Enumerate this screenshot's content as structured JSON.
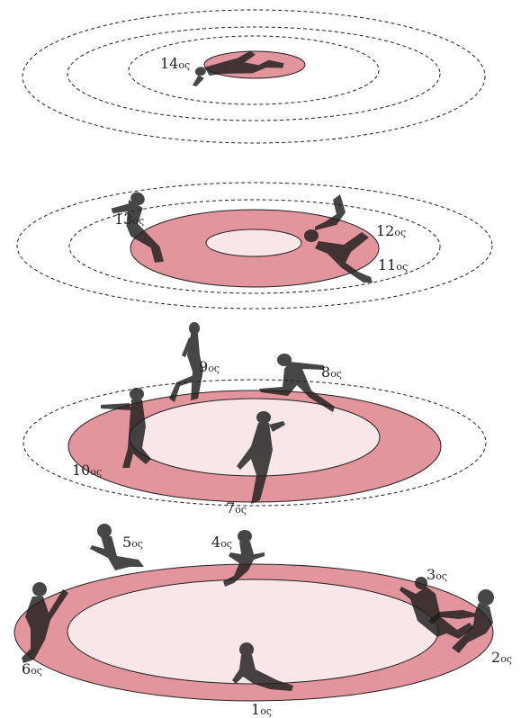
{
  "diagram": {
    "colors": {
      "outer_ring": "#e3959d",
      "inner_ring": "#f9e6e8",
      "outline": "#222222",
      "silhouette": "#1e1e1e"
    },
    "labels": [
      {
        "id": "1",
        "number": "1",
        "suffix": "ος"
      },
      {
        "id": "2",
        "number": "2",
        "suffix": "ος"
      },
      {
        "id": "3",
        "number": "3",
        "suffix": "ος"
      },
      {
        "id": "4",
        "number": "4",
        "suffix": "ος"
      },
      {
        "id": "5",
        "number": "5",
        "suffix": "ος"
      },
      {
        "id": "6",
        "number": "6",
        "suffix": "ος"
      },
      {
        "id": "7",
        "number": "7",
        "suffix": "ος"
      },
      {
        "id": "8",
        "number": "8",
        "suffix": "ος"
      },
      {
        "id": "9",
        "number": "9",
        "suffix": "ος"
      },
      {
        "id": "10",
        "number": "10",
        "suffix": "ος"
      },
      {
        "id": "11",
        "number": "11",
        "suffix": "ος"
      },
      {
        "id": "12",
        "number": "12",
        "suffix": "ος"
      },
      {
        "id": "13",
        "number": "13",
        "suffix": "ος"
      },
      {
        "id": "14",
        "number": "14",
        "suffix": "ος"
      }
    ]
  }
}
